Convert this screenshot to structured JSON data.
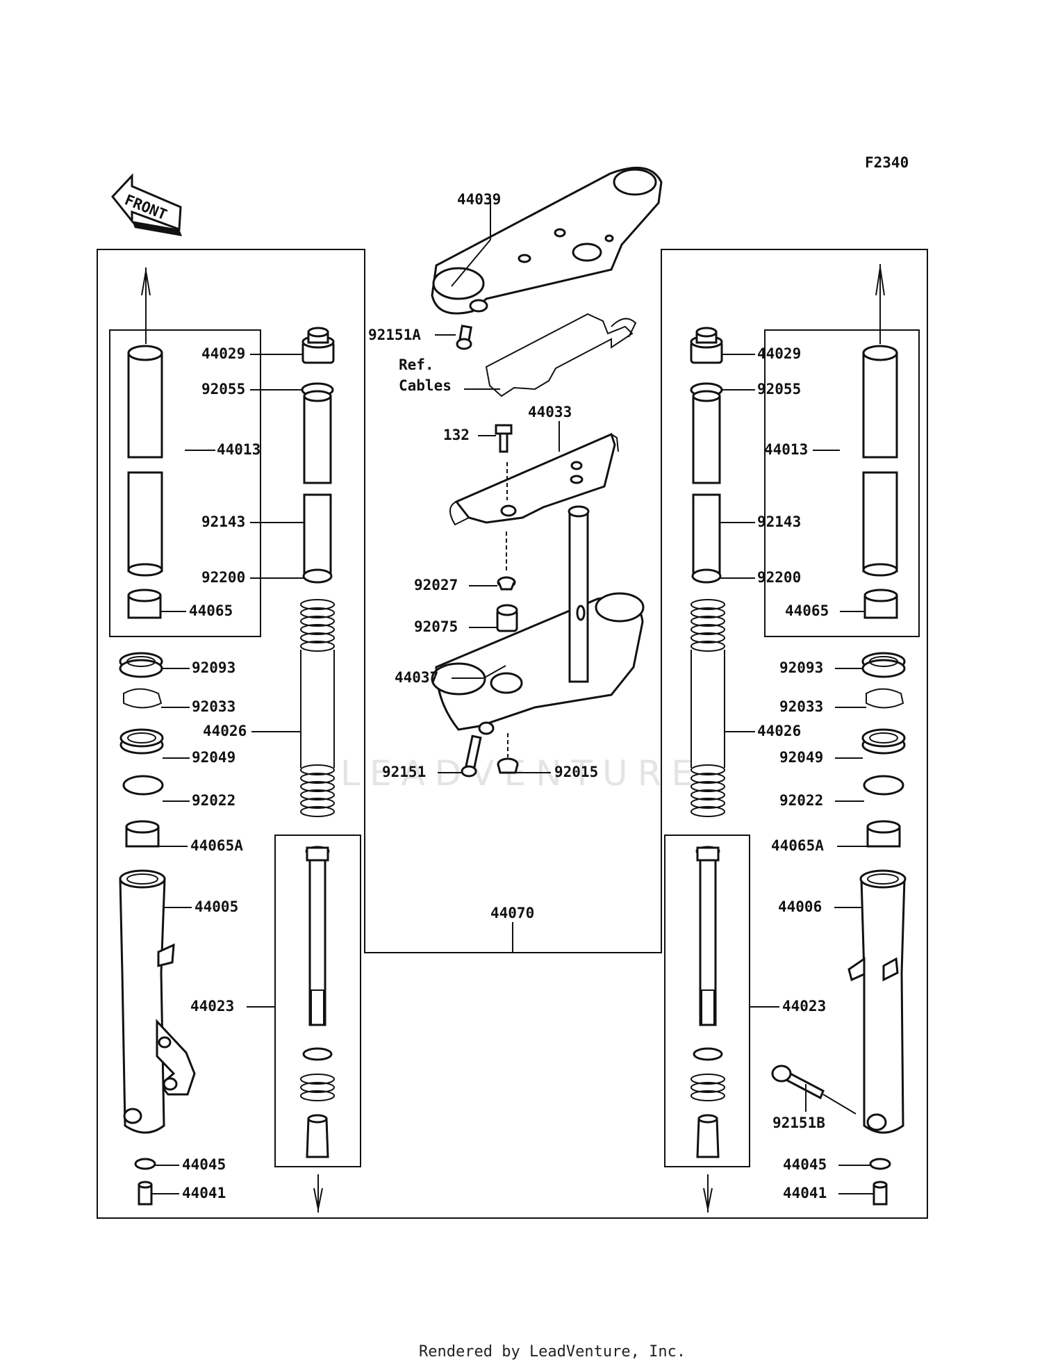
{
  "figure_code": "F2340",
  "front_label": "FRONT",
  "watermark": "LEADVENTURE",
  "footer": "Rendered by LeadVenture, Inc.",
  "ref_note": [
    "Ref.",
    "Cables"
  ],
  "center": {
    "top_bracket": "44039",
    "top_bolt": "92151A",
    "cover": "44033",
    "cover_bolt": "132",
    "collar": "92027",
    "damper": "92075",
    "stem": "44037",
    "stem_bolt": "92151",
    "nut": "92015",
    "fork_assembly": "44070"
  },
  "left_fork": {
    "cap": "44029",
    "oring": "92055",
    "inner_tube": "44013",
    "spacer": "92143",
    "washer": "92200",
    "bushing_top": "44065",
    "spring": "44026",
    "dust_seal": "92093",
    "circlip": "92033",
    "oil_seal": "92049",
    "washer_seal": "92022",
    "bushing": "44065A",
    "outer_tube": "44005",
    "cylinder": "44023",
    "gasket": "44045",
    "bolt": "44041"
  },
  "right_fork": {
    "cap": "44029",
    "oring": "92055",
    "inner_tube": "44013",
    "spacer": "92143",
    "washer": "92200",
    "bushing_top": "44065",
    "spring": "44026",
    "dust_seal": "92093",
    "circlip": "92033",
    "oil_seal": "92049",
    "washer_seal": "92022",
    "bushing": "44065A",
    "outer_tube": "44006",
    "cylinder": "44023",
    "axle_bolt": "92151B",
    "gasket": "44045",
    "bolt": "44041"
  }
}
